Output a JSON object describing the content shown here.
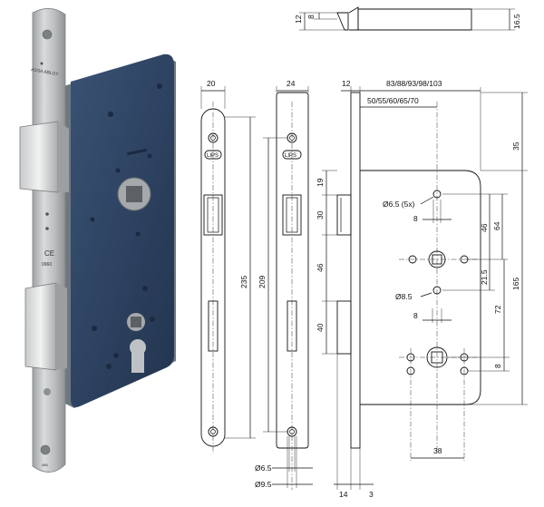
{
  "photo": {
    "brand_text": "ASSA ABLOY",
    "ce_text": "CE",
    "cert_text": "0960",
    "foot_text": "486",
    "body_color": "#2f4566",
    "steel_color": "#b9bcbf"
  },
  "top_view": {
    "dim_12": "12",
    "dim_8": "8",
    "dim_16_5": "16.5"
  },
  "front_plate_views": {
    "width_20": "20",
    "width_24": "24",
    "height_235": "235",
    "height_209": "209",
    "logo_left": "LIPS",
    "logo_right": "LIPS",
    "dia_6_5": "Ø6.5",
    "dia_9_5": "Ø9.5"
  },
  "side_view": {
    "dim_12": "12",
    "backset_overall": "83/88/93/98/103",
    "backset": "50/55/60/65/70",
    "dim_35": "35",
    "dim_19": "19",
    "dim_30": "30",
    "dim_46_left": "46",
    "dim_40": "40",
    "holes": "Ø6.5 (5x)",
    "dim_8_a": "8",
    "dim_46_right": "46",
    "dim_64": "64",
    "dim_21_5": "21.5",
    "dim_165": "165",
    "dia_8_5": "Ø8.5",
    "dim_8_b": "8",
    "dim_72": "72",
    "dim_8_c": "8",
    "dim_38": "38",
    "dim_14": "14",
    "dim_3": "3"
  }
}
